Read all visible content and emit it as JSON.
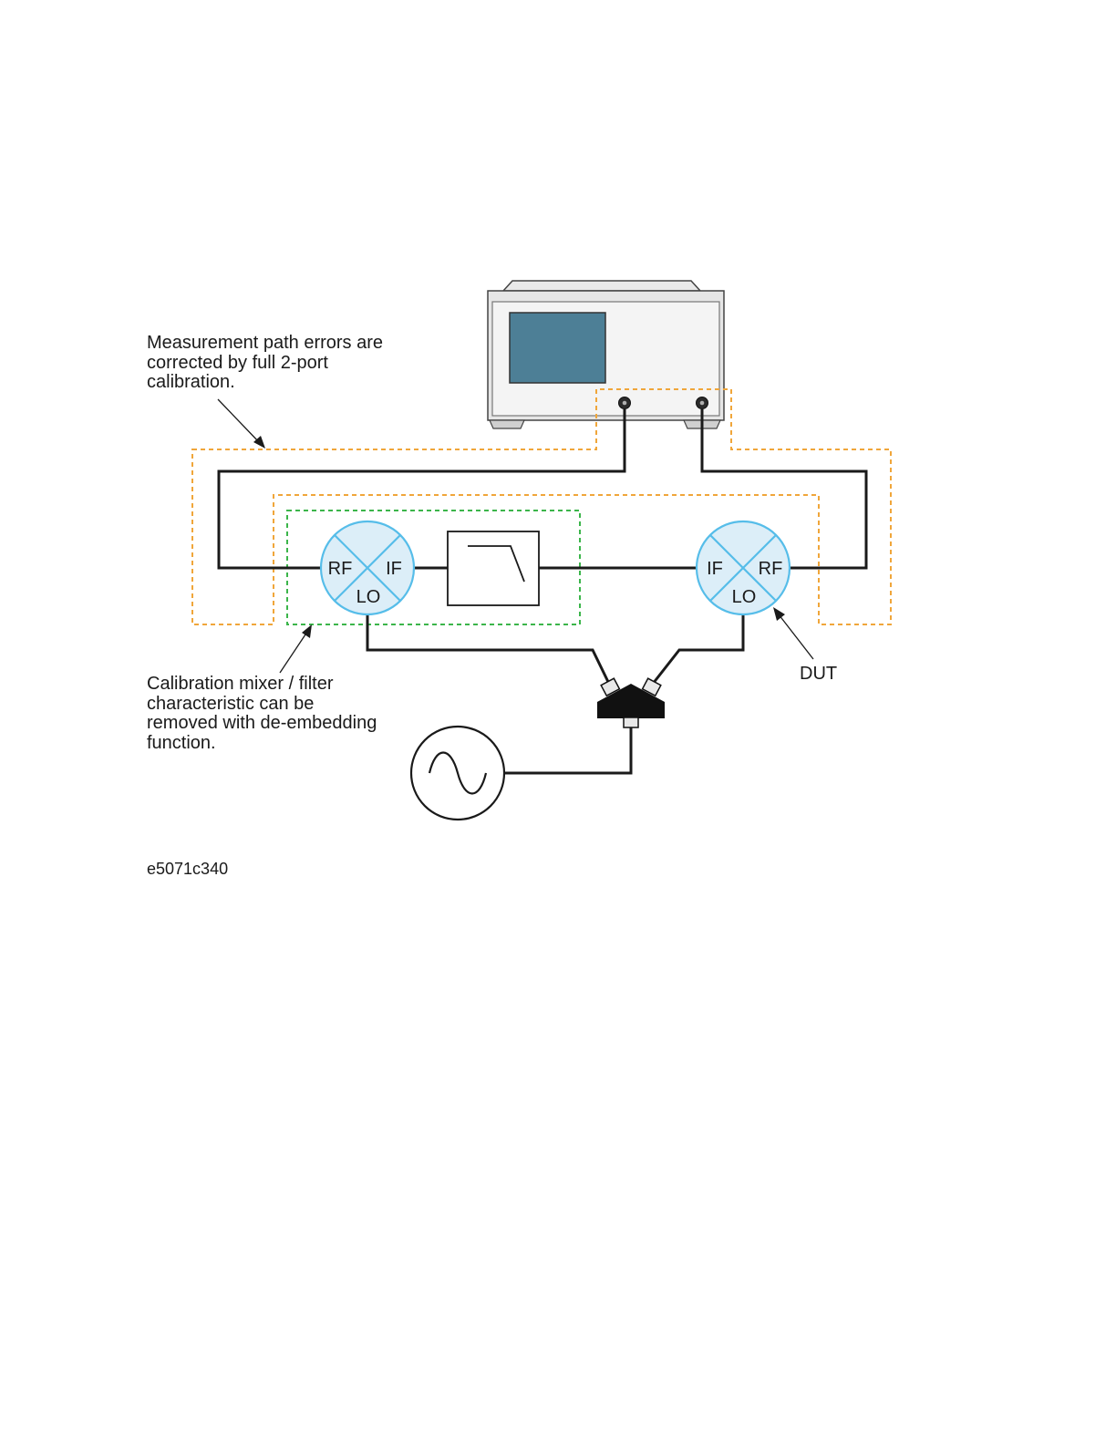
{
  "annotations": {
    "calibration_note": [
      "Measurement path errors are",
      "corrected by full 2-port",
      "calibration."
    ],
    "deembedding_note": [
      "Calibration mixer / filter",
      "characteristic can be",
      "removed with de-embedding",
      "function."
    ],
    "dut_label": "DUT",
    "figure_id": "e5071c340"
  },
  "mixers": {
    "calibration_mixer": {
      "left_port": "RF",
      "right_port": "IF",
      "bottom_port": "LO"
    },
    "dut_mixer": {
      "left_port": "IF",
      "right_port": "RF",
      "bottom_port": "LO"
    }
  },
  "icons": {
    "analyzer": "network-analyzer-icon",
    "filter": "lowpass-filter-icon",
    "splitter": "power-splitter-icon",
    "source": "sine-source-icon"
  },
  "colors": {
    "calibration_path": "#f0a63a",
    "deembedding_region": "#3bb54a",
    "mixer_fill": "#dceef8",
    "mixer_stroke": "#56bde9",
    "analyzer_screen": "#4d7f96",
    "wire": "#1a1a1a"
  }
}
